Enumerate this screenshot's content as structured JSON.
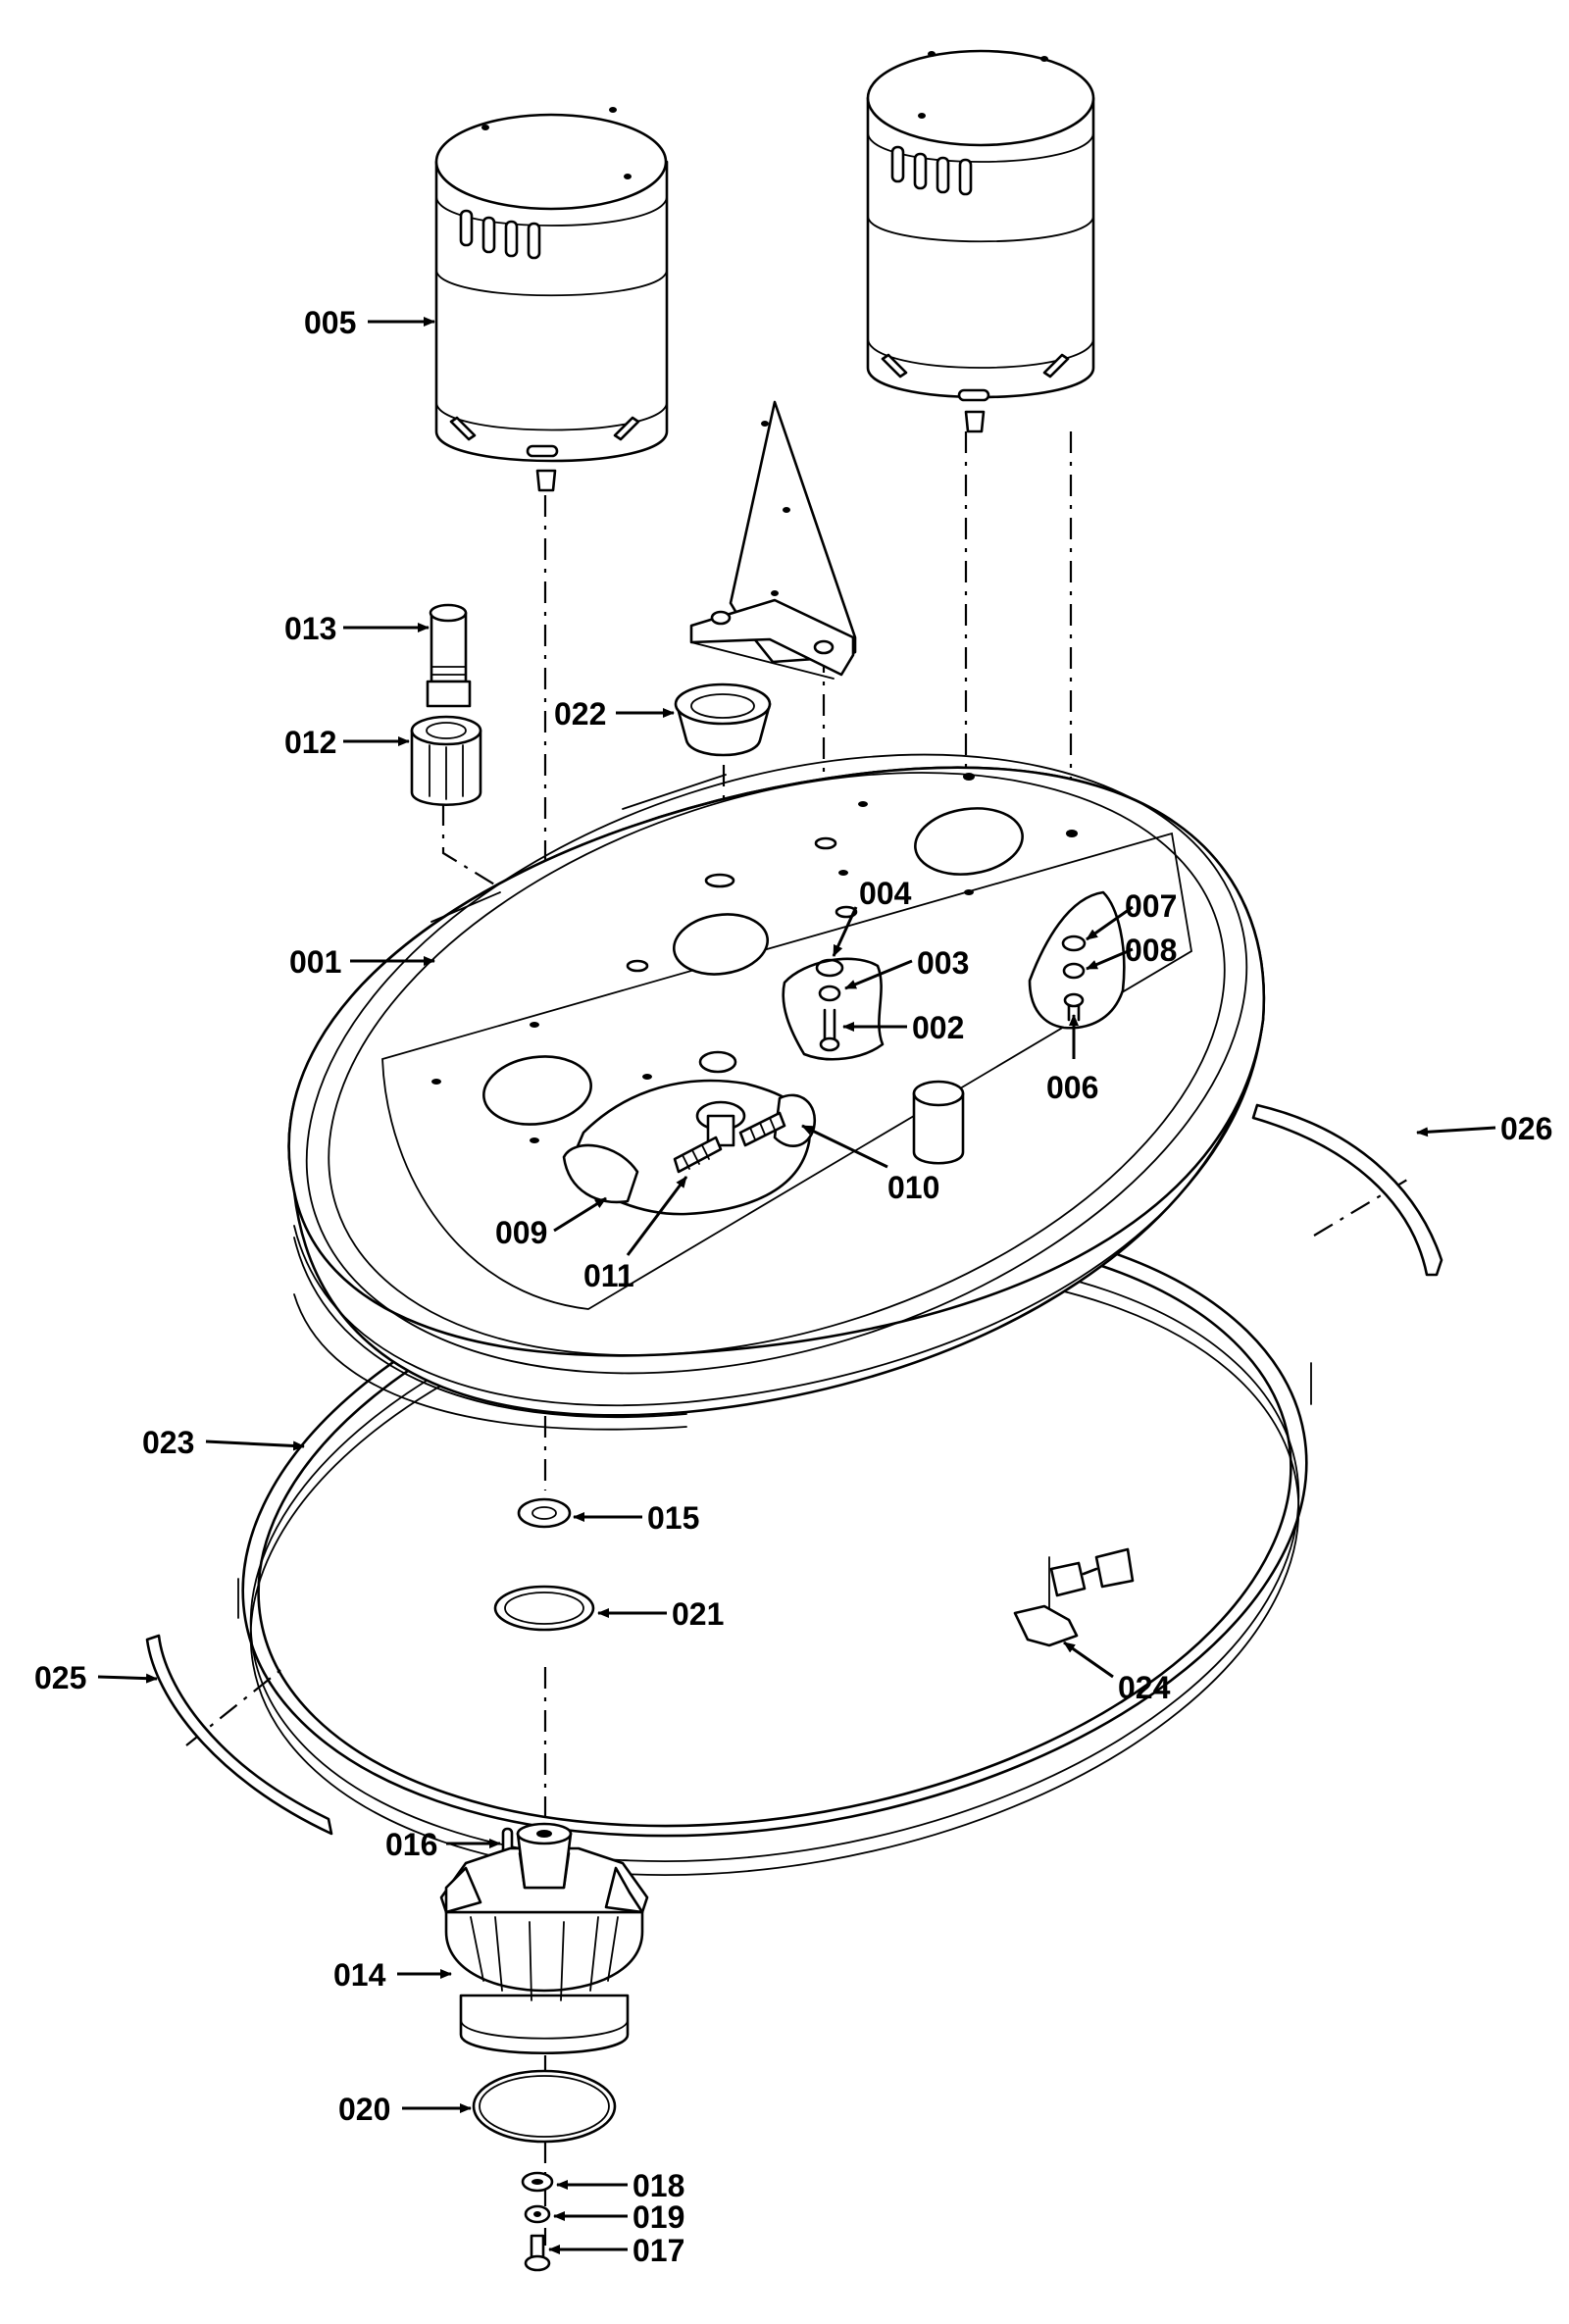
{
  "callouts": {
    "c001": "001",
    "c002": "002",
    "c003": "003",
    "c004": "004",
    "c005": "005",
    "c006": "006",
    "c007": "007",
    "c008": "008",
    "c009": "009",
    "c010": "010",
    "c011": "011",
    "c012": "012",
    "c013": "013",
    "c014": "014",
    "c015": "015",
    "c016": "016",
    "c017": "017",
    "c018": "018",
    "c019": "019",
    "c020": "020",
    "c021": "021",
    "c022": "022",
    "c023": "023",
    "c024": "024",
    "c025": "025",
    "c026": "026"
  }
}
